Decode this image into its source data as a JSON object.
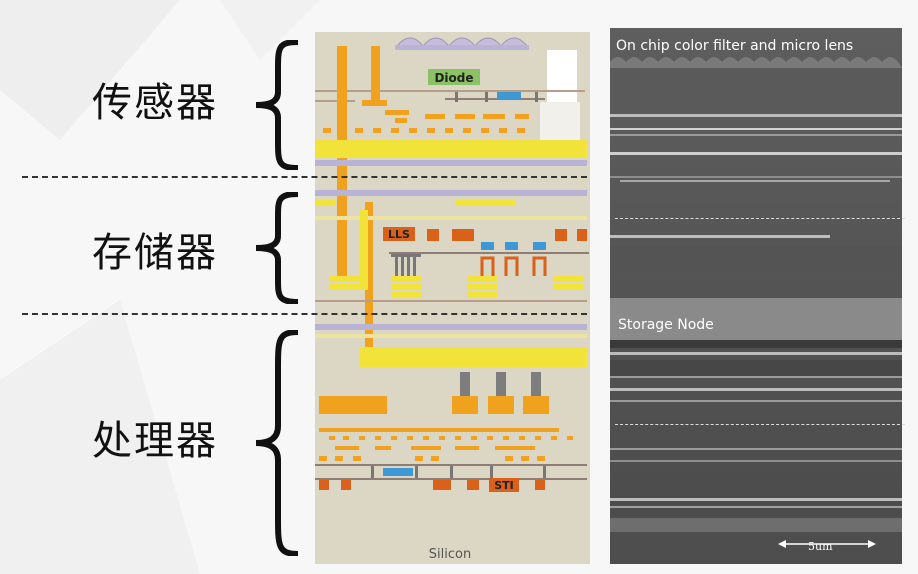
{
  "labels": {
    "sensor": "传感器",
    "memory": "存储器",
    "processor": "处理器"
  },
  "schematic": {
    "diode": "Diode",
    "lls": "LLS",
    "sti": "STI",
    "silicon": "Silicon"
  },
  "sem": {
    "top_caption": "On chip color filter and micro lens",
    "storage_node": "Storage Node",
    "scale_bar": "5um"
  },
  "colors": {
    "yellow": "#f2e33b",
    "orange": "#f0a21e",
    "brown_red": "#d9611a",
    "lavender": "#b9b3d6",
    "blue": "#3f98d6",
    "green": "#8cc266",
    "substrate": "#dcd6c4",
    "gray_plug": "#7d7d7d"
  }
}
